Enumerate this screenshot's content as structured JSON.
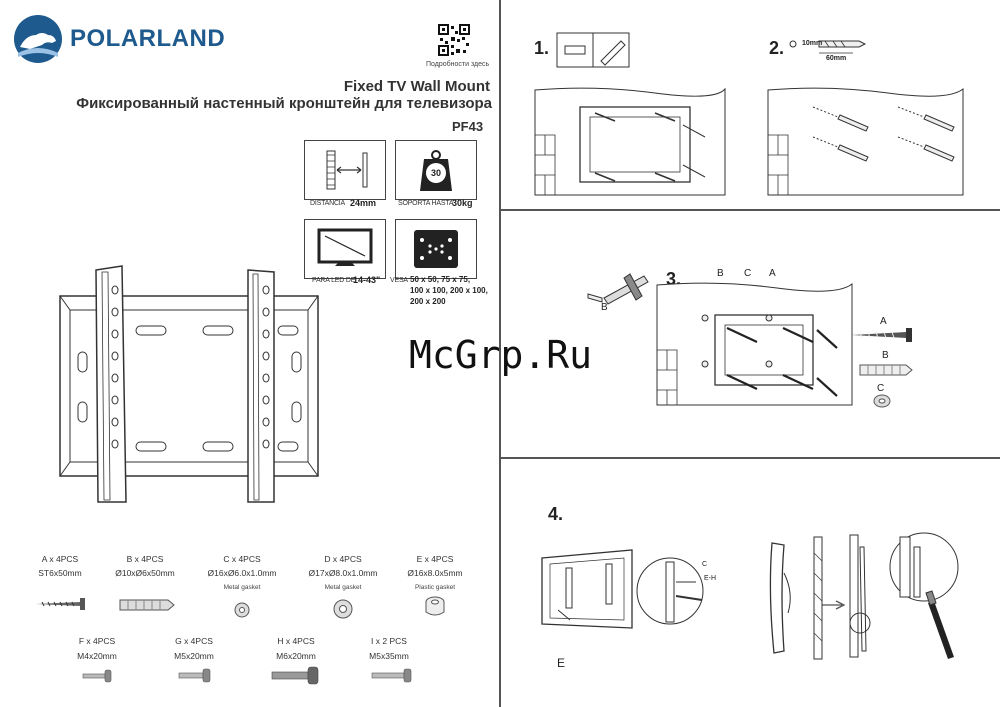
{
  "brand": {
    "name": "POLARLAND"
  },
  "qr": {
    "caption": "Подробности здесь"
  },
  "product": {
    "title_en": "Fixed TV Wall Mount",
    "title_ru": "Фиксированный настенный кронштейн для телевизора",
    "model": "PF43"
  },
  "specs": {
    "distance": {
      "label": "DISTANCIA",
      "value": "24mm",
      "icon": "wall-distance-icon"
    },
    "load": {
      "label": "SOPORTA HASTA",
      "value": "30kg",
      "icon": "weight-icon",
      "weight_text": "30"
    },
    "size": {
      "label": "PARA LED DE",
      "value": "14-43\"",
      "icon": "tv-screen-icon"
    },
    "vesa": {
      "label": "VESA",
      "lines": [
        "50 x 50, 75 x 75,",
        "100 x 100, 200 x 100,",
        "200 x 200"
      ],
      "icon": "vesa-holes-icon"
    }
  },
  "parts": [
    {
      "title": "A x 4PCS",
      "size": "ST6x50mm",
      "note": ""
    },
    {
      "title": "B x 4PCS",
      "size": "Ø10xØ6x50mm",
      "note": ""
    },
    {
      "title": "C x 4PCS",
      "size": "Ø16xØ6.0x1.0mm",
      "note": "Metal gasket"
    },
    {
      "title": "D x 4PCS",
      "size": "Ø17xØ8.0x1.0mm",
      "note": "Metal gasket"
    },
    {
      "title": "E x 4PCS",
      "size": "Ø16x8.0x5mm",
      "note": "Plastic gasket"
    },
    {
      "title": "F x 4PCS",
      "size": "M4x20mm",
      "note": ""
    },
    {
      "title": "G x 4PCS",
      "size": "M5x20mm",
      "note": ""
    },
    {
      "title": "H x 4PCS",
      "size": "M6x20mm",
      "note": ""
    },
    {
      "title": "I x 2 PCS",
      "size": "M5x35mm",
      "note": ""
    }
  ],
  "steps": {
    "s1": {
      "num": "1."
    },
    "s2": {
      "num": "2.",
      "drill": "10mm",
      "depth": "60mm"
    },
    "s3": {
      "num": "3.",
      "labels": [
        "B",
        "C",
        "A"
      ],
      "side_labels": [
        "A",
        "B",
        "C"
      ],
      "hammer_label": "B"
    },
    "s4": {
      "num": "4.",
      "label_e": "E",
      "detail_labels": [
        "C",
        "E-H"
      ]
    }
  },
  "watermark": "McGrp.Ru"
}
